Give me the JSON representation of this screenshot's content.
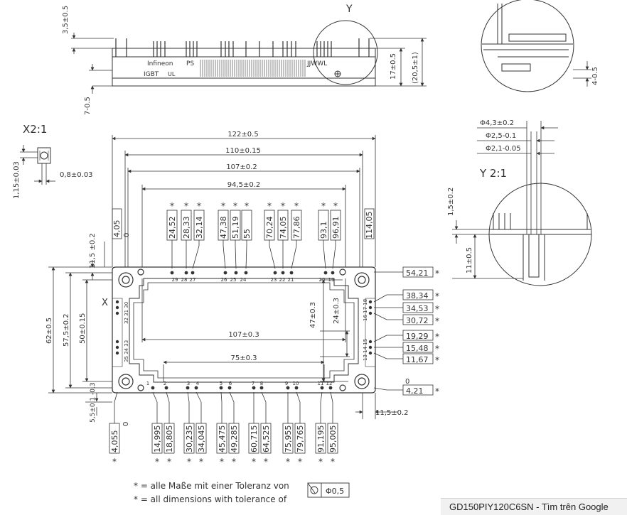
{
  "drawing": {
    "view_labels": {
      "y_detail": "Y",
      "x_scale": "X2:1",
      "y_scale": "Y 2:1",
      "x_marker": "X"
    },
    "side_view": {
      "brand": "Infineon",
      "code": "PS",
      "date_code": "JJWWL",
      "igbt": "IGBT",
      "ul": "UL",
      "dims": {
        "pin_height": "3,5±0.5",
        "body_height": "17±0.5",
        "total_height": "(20,5±1)",
        "base": "7-0.5",
        "detail_right": "4-0.5"
      }
    },
    "x_detail": {
      "h": "1,15±0.03",
      "w": "0,8±0.03"
    },
    "y_detail": {
      "d1": "Φ4,3±0.2",
      "d2": "Φ2,5-0.1",
      "d3": "Φ2,1-0.05",
      "v1": "1,5±0.2",
      "v2": "11±0.5"
    },
    "horizontal_dims": [
      "122±0.5",
      "110±0.15",
      "107±0.2",
      "94,5±0.2"
    ],
    "top_edge_dims": [
      "4,05",
      "114,05"
    ],
    "top_edge_zero": "0",
    "top_pin_positions": [
      "24,52",
      "28,33",
      "32,14",
      "47,38",
      "51,19",
      "55",
      "70,24",
      "74,05",
      "77,86",
      "93,1",
      "96,91"
    ],
    "right_pin_positions": [
      "54,21",
      "38,34",
      "34,53",
      "30,72",
      "19,29",
      "15,48",
      "11,67",
      "4,21"
    ],
    "right_zero": "0",
    "bottom_pin_positions": [
      "4,055",
      "14,995",
      "18,805",
      "30,235",
      "34,045",
      "45,475",
      "49,285",
      "60,715",
      "64,525",
      "75,955",
      "79,765",
      "91,195",
      "95,005"
    ],
    "bottom_zero": "0",
    "body_dims": {
      "h62": "62±0.5",
      "h575": "57,5±0.2",
      "h50": "50±0.15",
      "w107": "107±0.3",
      "w75": "75±0.3",
      "v47": "47±0.3",
      "v24": "24±0.3",
      "left_top": "11,5 ±0.2",
      "left_bottom": "5,5±0.1 -0.3",
      "right_bottom": "11,5±0.2"
    },
    "pin_numbers_top": [
      "29",
      "28",
      "27",
      "26",
      "25",
      "24",
      "23",
      "22",
      "21",
      "20",
      "19"
    ],
    "pin_numbers_bottom": [
      "1",
      "2",
      "3",
      "4",
      "5",
      "6",
      "7",
      "8",
      "9",
      "10",
      "11",
      "12"
    ],
    "pin_numbers_left": [
      "32 31 30",
      "35 34 33"
    ],
    "pin_numbers_right": [
      "16 17 18",
      "13 14 15"
    ],
    "star": "*",
    "legend": {
      "line1": "* = alle Maße mit einer Toleranz von",
      "line2": "* = all dimensions with tolerance of",
      "tolerance": "Φ0,5"
    }
  },
  "search_bar": {
    "text": "GD150PIY120C6SN - Tìm trên Google"
  }
}
